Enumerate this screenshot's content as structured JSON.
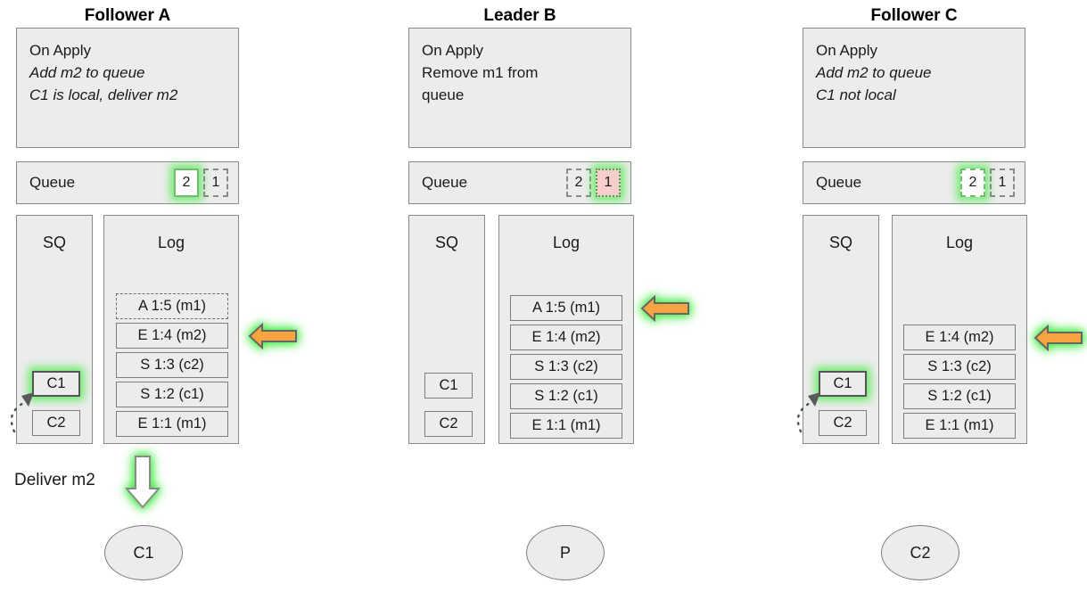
{
  "diagram": {
    "title_row": [
      "Follower A",
      "Leader B",
      "Follower C"
    ],
    "colors": {
      "panel_fill": "#ececec",
      "panel_stroke": "#8a8a8a",
      "glow_green": "#46eb46",
      "highlight_green": "#6fbf6f",
      "queue_pink_fill": "#f8cecc",
      "arrow_orange": "#f5a442",
      "arrow_stroke": "#666666",
      "text": "#1a1a1a"
    }
  },
  "columns": [
    {
      "title": "Follower A",
      "on_apply": {
        "heading": "On Apply",
        "lines": [
          "Add m2 to queue",
          "C1 is local, deliver m2"
        ]
      },
      "queue": {
        "label": "Queue",
        "slots": [
          {
            "value": "2",
            "style": "solid-green"
          },
          {
            "value": "1",
            "style": "dashed-gray"
          }
        ]
      },
      "sq": {
        "header": "SQ",
        "items": [
          {
            "label": "C1",
            "highlighted": true
          },
          {
            "label": "C2",
            "highlighted": false
          }
        ],
        "has_incoming_dotted_arrow": true
      },
      "log": {
        "header": "Log",
        "entries": [
          {
            "label": "A 1:5 (m1)",
            "style": "dashed"
          },
          {
            "label": "E 1:4 (m2)",
            "style": "solid"
          },
          {
            "label": "S 1:3 (c2)",
            "style": "solid"
          },
          {
            "label": "S 1:2 (c1)",
            "style": "solid"
          },
          {
            "label": "E 1:1 (m1)",
            "style": "solid"
          }
        ],
        "pointer_at_entry": "E 1:4 (m2)"
      },
      "deliver": {
        "label": "Deliver m2",
        "arrow": "down-arrow-glow"
      },
      "node": {
        "label": "C1"
      }
    },
    {
      "title": "Leader B",
      "on_apply": {
        "heading": "On Apply",
        "lines": [
          "Remove m1 from",
          "queue"
        ]
      },
      "queue": {
        "label": "Queue",
        "slots": [
          {
            "value": "2",
            "style": "dashed-gray"
          },
          {
            "value": "1",
            "style": "dotted-pink"
          }
        ]
      },
      "sq": {
        "header": "SQ",
        "items": [
          {
            "label": "C1",
            "highlighted": false
          },
          {
            "label": "C2",
            "highlighted": false
          }
        ],
        "has_incoming_dotted_arrow": false
      },
      "log": {
        "header": "Log",
        "entries": [
          {
            "label": "A 1:5 (m1)",
            "style": "solid"
          },
          {
            "label": "E 1:4 (m2)",
            "style": "solid"
          },
          {
            "label": "S 1:3 (c2)",
            "style": "solid"
          },
          {
            "label": "S 1:2 (c1)",
            "style": "solid"
          },
          {
            "label": "E 1:1 (m1)",
            "style": "solid"
          }
        ],
        "pointer_at_entry": "A 1:5 (m1)"
      },
      "deliver": null,
      "node": {
        "label": "P"
      }
    },
    {
      "title": "Follower C",
      "on_apply": {
        "heading": "On Apply",
        "lines": [
          "Add m2 to queue",
          "C1 not local"
        ]
      },
      "queue": {
        "label": "Queue",
        "slots": [
          {
            "value": "2",
            "style": "dashed-green"
          },
          {
            "value": "1",
            "style": "dashed-gray"
          }
        ]
      },
      "sq": {
        "header": "SQ",
        "items": [
          {
            "label": "C1",
            "highlighted": true
          },
          {
            "label": "C2",
            "highlighted": false
          }
        ],
        "has_incoming_dotted_arrow": true
      },
      "log": {
        "header": "Log",
        "entries": [
          {
            "label": "E 1:4 (m2)",
            "style": "solid"
          },
          {
            "label": "S 1:3 (c2)",
            "style": "solid"
          },
          {
            "label": "S 1:2 (c1)",
            "style": "solid"
          },
          {
            "label": "E 1:1 (m1)",
            "style": "solid"
          }
        ],
        "pointer_at_entry": "E 1:4 (m2)"
      },
      "deliver": null,
      "node": {
        "label": "C2"
      }
    }
  ]
}
